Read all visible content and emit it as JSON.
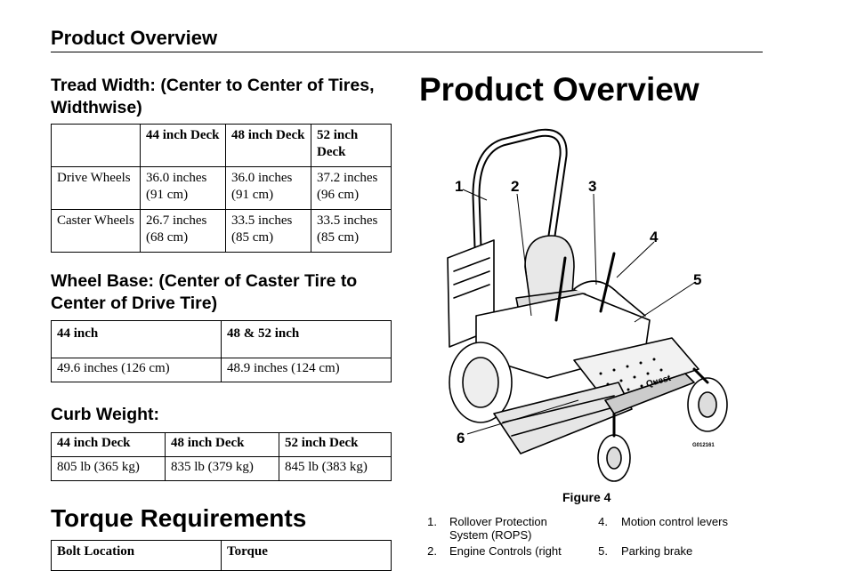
{
  "header": {
    "title": "Product Overview"
  },
  "tread": {
    "heading": "Tread Width: (Center to Center of Tires, Widthwise)",
    "columns": [
      "",
      "44 inch Deck",
      "48 inch Deck",
      "52 inch Deck"
    ],
    "rows": [
      [
        "Drive Wheels",
        "36.0 inches (91 cm)",
        "36.0 inches (91 cm)",
        "37.2 inches (96 cm)"
      ],
      [
        "Caster Wheels",
        "26.7 inches (68 cm)",
        "33.5 inches (85 cm)",
        "33.5 inches (85 cm)"
      ]
    ]
  },
  "wheelbase": {
    "heading": "Wheel Base: (Center of Caster Tire to Center of Drive Tire)",
    "columns": [
      "44 inch",
      "48 & 52 inch"
    ],
    "values": [
      "49.6 inches (126 cm)",
      "48.9 inches (124 cm)"
    ]
  },
  "curb": {
    "heading": "Curb Weight:",
    "columns": [
      "44 inch Deck",
      "48 inch Deck",
      "52 inch Deck"
    ],
    "values": [
      "805 lb (365 kg)",
      "835 lb (379 kg)",
      "845 lb (383 kg)"
    ]
  },
  "torque": {
    "heading": "Torque Requirements",
    "columns": [
      "Bolt Location",
      "Torque"
    ]
  },
  "overview": {
    "title": "Product Overview",
    "figure_caption": "Figure 4",
    "figure_id": "G012161",
    "callouts": [
      "1",
      "2",
      "3",
      "4",
      "5",
      "6"
    ],
    "brand_label": "Quest",
    "legend": [
      {
        "num": "1.",
        "text": "Rollover Protection System (ROPS)"
      },
      {
        "num": "2.",
        "text": "Engine Controls (right"
      },
      {
        "num": "4.",
        "text": "Motion control levers"
      },
      {
        "num": "5.",
        "text": "Parking brake"
      }
    ]
  }
}
